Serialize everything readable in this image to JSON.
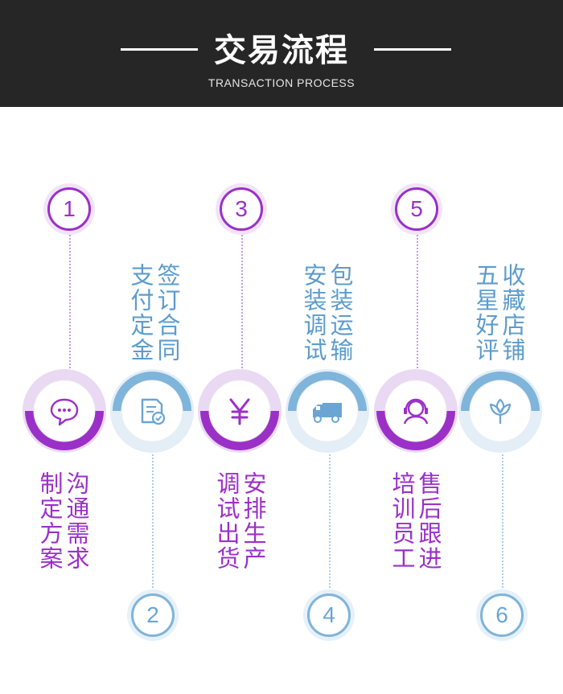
{
  "header": {
    "title": "交易流程",
    "subtitle": "TRANSACTION PROCESS"
  },
  "colors": {
    "purple": "#9b30c7",
    "blue": "#7fb4db",
    "header_bg": "#262626"
  },
  "steps": [
    {
      "number": "1",
      "text": "沟通需求制定方案",
      "icon": "chat-icon",
      "color": "purple"
    },
    {
      "number": "2",
      "text": "签订合同支付定金",
      "icon": "contract-icon",
      "color": "blue"
    },
    {
      "number": "3",
      "text": "安排生产调试出货",
      "icon": "yen-icon",
      "color": "purple"
    },
    {
      "number": "4",
      "text": "包装运输安装调试",
      "icon": "truck-icon",
      "color": "blue"
    },
    {
      "number": "5",
      "text": "售后跟进培训员工",
      "icon": "support-icon",
      "color": "purple"
    },
    {
      "number": "6",
      "text": "收藏店铺五星好评",
      "icon": "flower-icon",
      "color": "blue"
    }
  ]
}
